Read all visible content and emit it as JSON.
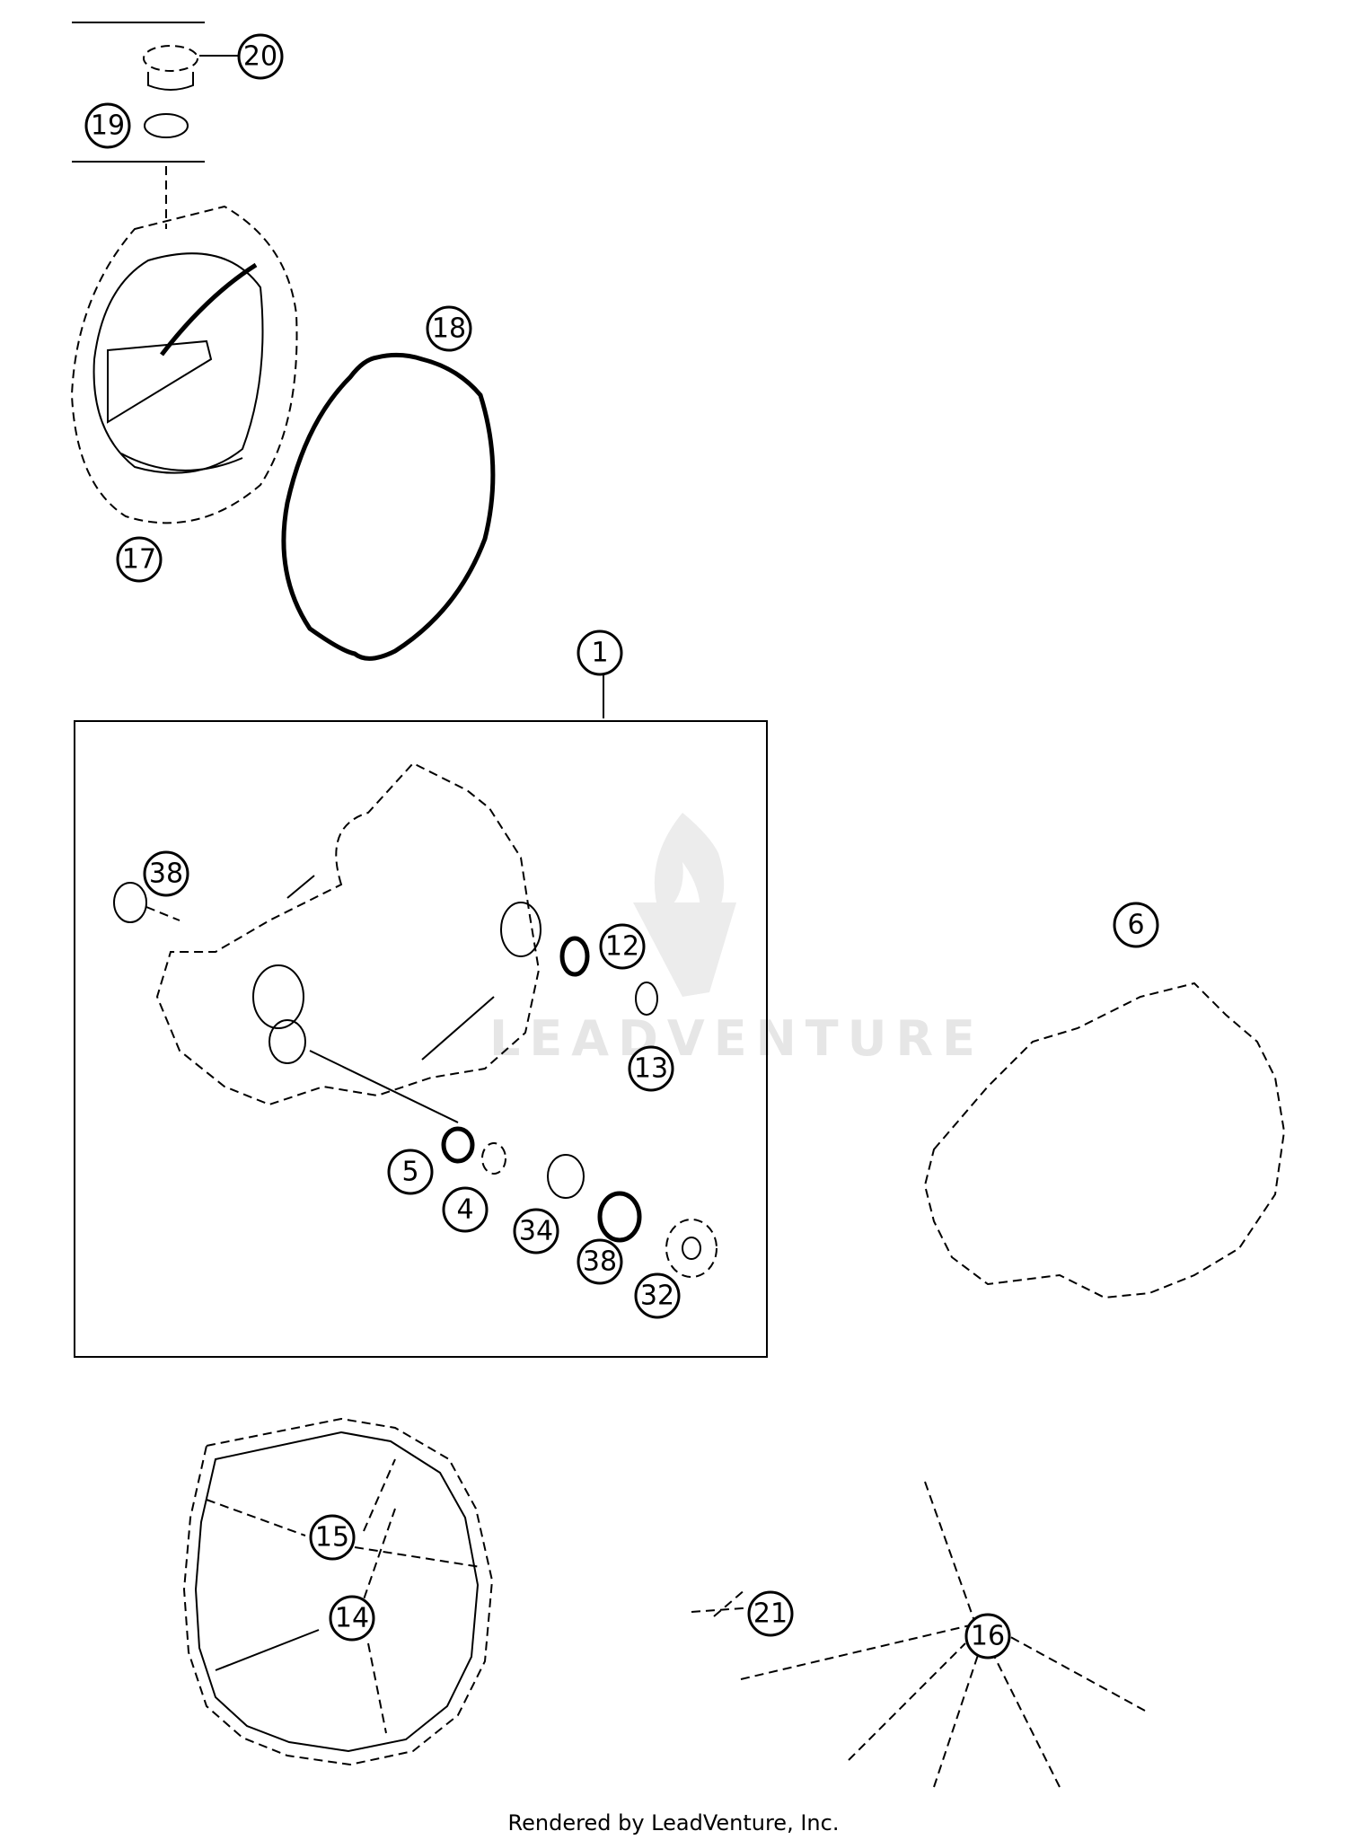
{
  "watermark": {
    "text": "LEADVENTURE"
  },
  "footer": {
    "text": "Rendered by LeadVenture, Inc."
  },
  "callouts": {
    "c20": "20",
    "c19": "19",
    "c18": "18",
    "c17": "17",
    "c1": "1",
    "c38a": "38",
    "c12": "12",
    "c13": "13",
    "c5": "5",
    "c4": "4",
    "c34": "34",
    "c38b": "38",
    "c32": "32",
    "c6": "6",
    "c15": "15",
    "c14": "14",
    "c21": "21",
    "c16": "16"
  }
}
